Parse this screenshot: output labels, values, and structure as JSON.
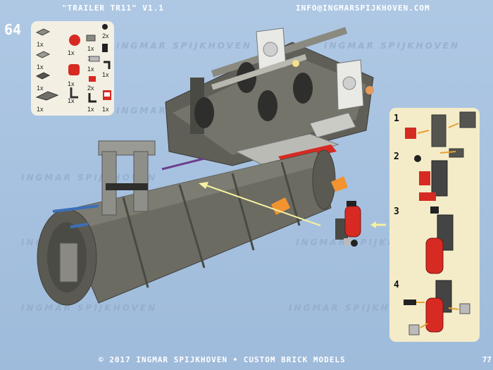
{
  "header": {
    "title": "\"TRAILER TR11\" V1.1",
    "email": "INFO@INGMARSPIJKHOVEN.COM"
  },
  "step_number": "64",
  "watermark": "INGMAR SPIJKHOVEN",
  "parts": [
    {
      "qty": "1x",
      "icon": "gray-plate-icon"
    },
    {
      "qty": "1x",
      "icon": "red-dome-icon"
    },
    {
      "qty": "1x",
      "icon": "small-plate-icon"
    },
    {
      "qty": "2x",
      "icon": "black-pin-icon"
    },
    {
      "qty": "1x",
      "icon": "tile-icon"
    },
    {
      "qty": "1x",
      "icon": "round-brick-icon"
    },
    {
      "qty": "1x",
      "icon": "hinge-icon"
    },
    {
      "qty": "1x",
      "icon": "angled-connector-icon"
    },
    {
      "qty": "1x",
      "icon": "dark-plate-icon"
    },
    {
      "qty": "1x",
      "icon": "red-cylinder-icon"
    },
    {
      "qty": "1x",
      "icon": "bracket-icon"
    },
    {
      "qty": "2x",
      "icon": "red-tile-icon"
    },
    {
      "qty": "1x",
      "icon": "long-plate-icon"
    },
    {
      "qty": "1x",
      "icon": "black-bracket-icon"
    },
    {
      "qty": "1x",
      "icon": "black-brick-icon"
    },
    {
      "qty": "1x",
      "icon": "printed-tile-icon"
    }
  ],
  "substeps": [
    "1",
    "2",
    "3",
    "4"
  ],
  "footer": "© 2017 INGMAR SPIJKHOVEN • CUSTOM BRICK MODELS",
  "page_number": "77",
  "colors": {
    "background": "#a9c3e0",
    "panel": "#f3f0e3",
    "subpanel": "#f4ecc9",
    "model": "#6b6b62",
    "accent_red": "#d62a23",
    "arrow": "#f5f0a0"
  }
}
